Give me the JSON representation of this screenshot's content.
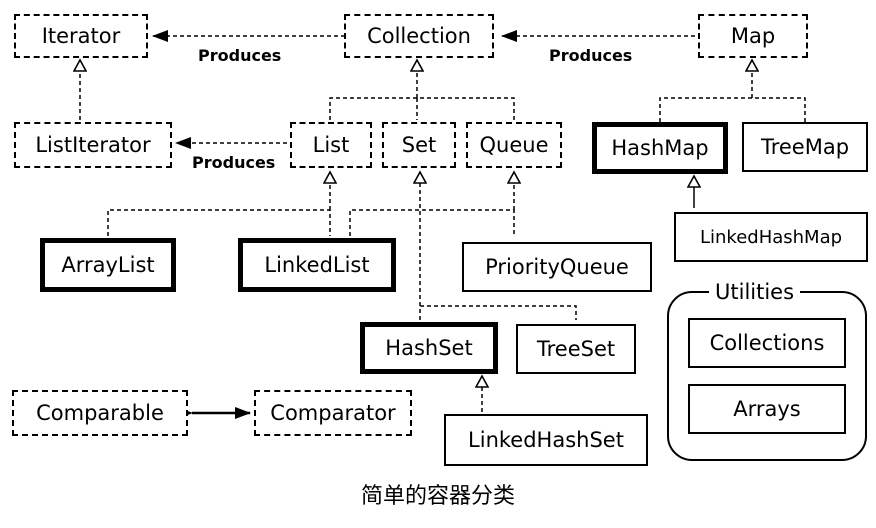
{
  "boxes": {
    "iterator": "Iterator",
    "collection": "Collection",
    "map": "Map",
    "list_iterator": "ListIterator",
    "list": "List",
    "set": "Set",
    "queue": "Queue",
    "hash_map": "HashMap",
    "tree_map": "TreeMap",
    "linked_hash_map": "LinkedHashMap",
    "array_list": "ArrayList",
    "linked_list": "LinkedList",
    "priority_queue": "PriorityQueue",
    "hash_set": "HashSet",
    "tree_set": "TreeSet",
    "linked_hash_set": "LinkedHashSet",
    "comparable": "Comparable",
    "comparator": "Comparator"
  },
  "edge_labels": {
    "produces_collection": "Produces",
    "produces_map": "Produces",
    "produces_list": "Produces"
  },
  "utilities": {
    "title": "Utilities",
    "collections": "Collections",
    "arrays": "Arrays"
  },
  "caption": "简单的容器分类"
}
